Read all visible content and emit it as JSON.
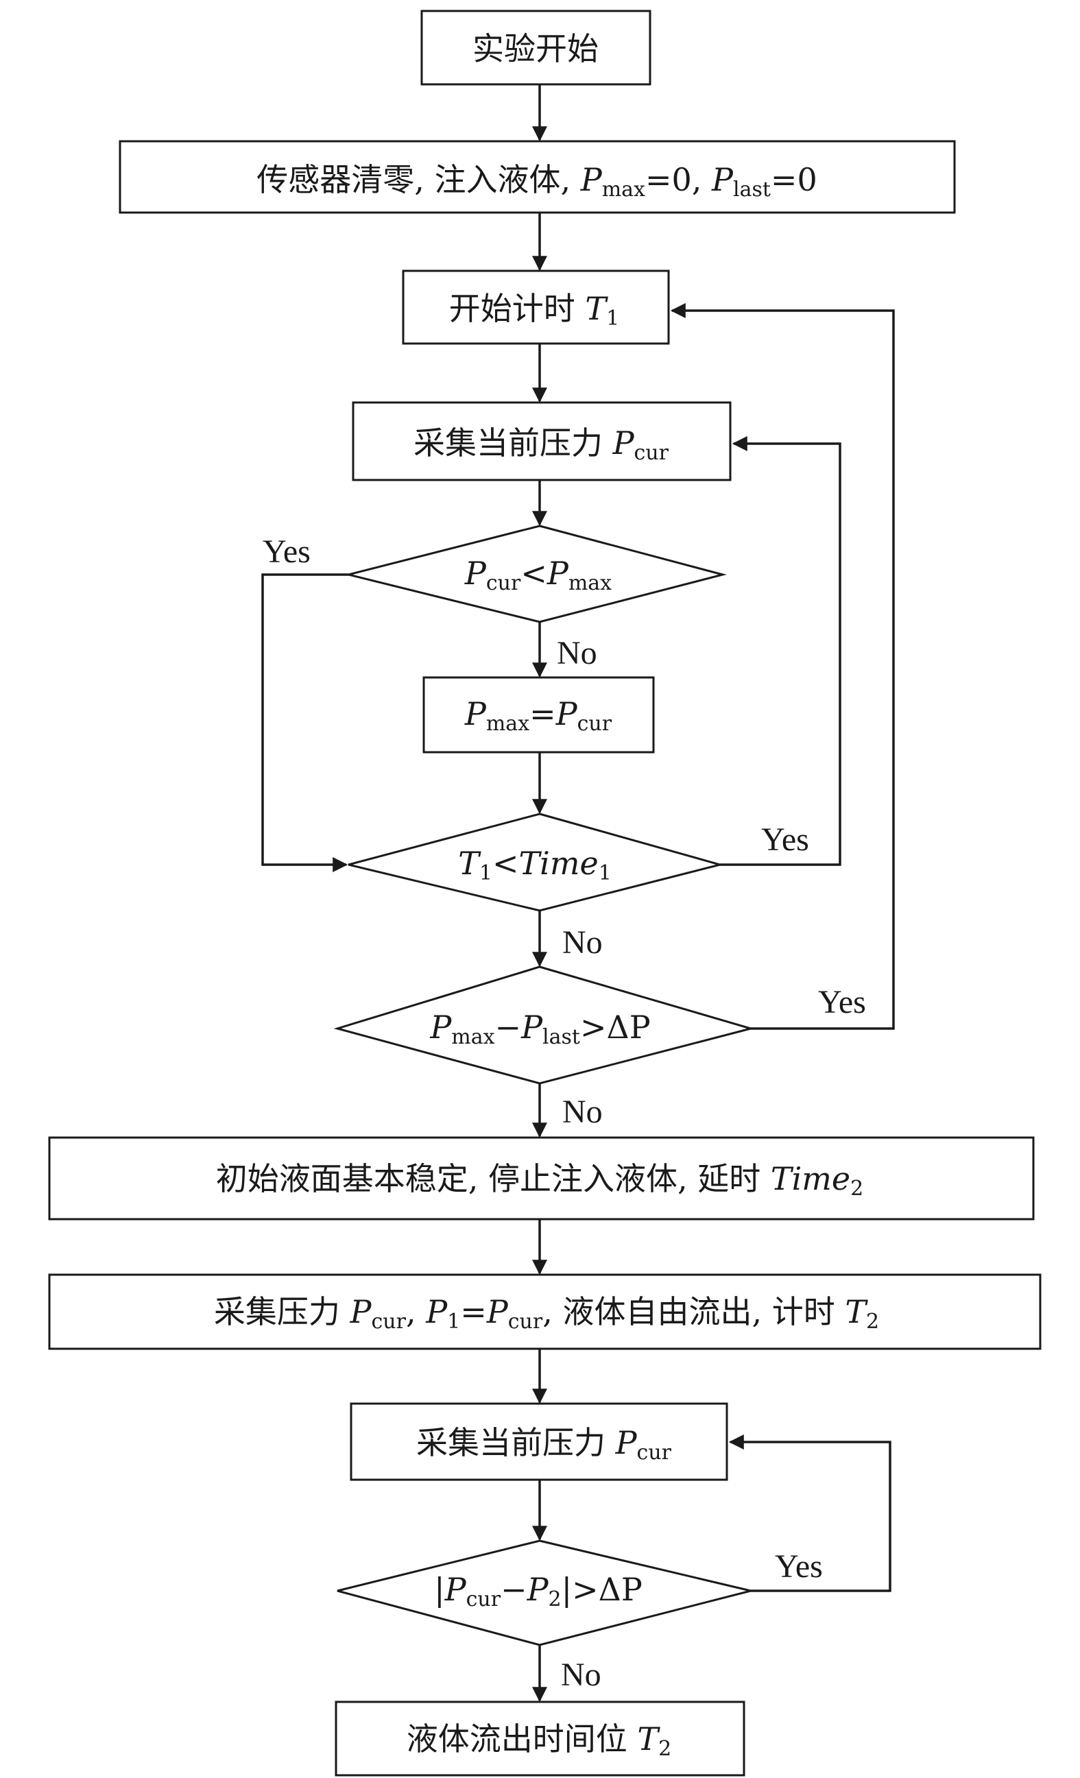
{
  "nodes": {
    "start": "实验开始",
    "init": {
      "prefix": "传感器清零, 注入液体, ",
      "p": "P",
      "max_sub": "max",
      "eq0a": "=0, ",
      "p2": "P",
      "last_sub": "last",
      "eq0b": "=0"
    },
    "timer1": {
      "text": "开始计时 ",
      "t": "T",
      "sub": "1"
    },
    "collect1": {
      "text": "采集当前压力 ",
      "p": "P",
      "sub": "cur"
    },
    "decision1": {
      "p1": "P",
      "sub1": "cur",
      "op": "<",
      "p2": "P",
      "sub2": "max"
    },
    "assign": {
      "p1": "P",
      "sub1": "max",
      "op": "=",
      "p2": "P",
      "sub2": "cur"
    },
    "decision2": {
      "t": "T",
      "sub1": "1",
      "op": "<",
      "time": "Time",
      "sub2": "1"
    },
    "decision3": {
      "p1": "P",
      "sub1": "max",
      "op": "−",
      "p2": "P",
      "sub2": "last",
      "rest": ">ΔP"
    },
    "stable": {
      "text": "初始液面基本稳定, 停止注入液体, 延时 ",
      "time": "Time",
      "sub": "2"
    },
    "collect2": {
      "text": "采集压力 ",
      "p1": "P",
      "sub1": "cur",
      "mid": ", ",
      "p2": "P",
      "sub2": "1",
      "eq": "=",
      "p3": "P",
      "sub3": "cur",
      "rest": ", 液体自由流出, 计时 ",
      "t": "T",
      "sub4": "2"
    },
    "collect3": {
      "text": "采集当前压力 ",
      "p": "P",
      "sub": "cur"
    },
    "decision4": {
      "bar1": "|",
      "p1": "P",
      "sub1": "cur",
      "op": "−",
      "p2": "P",
      "sub2": "2",
      "rest": "|>ΔP"
    },
    "end": {
      "text": "液体流出时间位 ",
      "t": "T",
      "sub": "2"
    }
  },
  "labels": {
    "yes": "Yes",
    "no": "No"
  }
}
